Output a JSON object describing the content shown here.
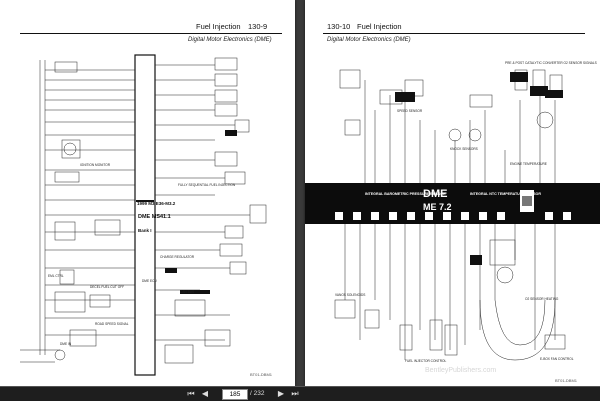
{
  "left_page": {
    "title": "Fuel Injection",
    "page_number": "130-9",
    "subtitle": "Digital Motor Electronics (DME)",
    "model_label": "1999 M3 E36-M3.2",
    "dme_label": "DME MS41.1",
    "bank_label": "Bank I",
    "footer": "BT01-DBM1",
    "labels": [
      "CAN BUS",
      "DME ECU",
      "EML CTRL",
      "IGNITION MONITOR",
      "FULLY SEQUENTIAL FUEL INJECTION",
      "CHARGE REGULATOR",
      "DECEL FUEL CUT OFF",
      "ROAD SPEED SIGNAL",
      "DME IN"
    ]
  },
  "right_page": {
    "page_number": "130-10",
    "title": "Fuel Injection",
    "subtitle": "Digital Motor Electronics (DME)",
    "dme_label": "DME",
    "dme_model": "ME 7.2",
    "bar_labels": [
      "INTEGRAL BAROMETRIC PRESSURE SENSOR",
      "INTEGRAL NTC TEMPERATURE SENSOR"
    ],
    "labels": [
      "PRE & POST CATALYTIC CONVERTER O2 SENSOR SIGNALS",
      "SPEED SENSOR",
      "KNOCK SENSORS",
      "ENGINE TEMPERATURE",
      "O2 SENSOR HEATING",
      "E-BOX FAN CONTROL",
      "FUEL INJECTOR CONTROL",
      "VANOS SOLENOIDS"
    ],
    "footer": "BT01-DBM1",
    "watermark": "BentleyPublishers.com"
  },
  "toolbar": {
    "current_page": "185",
    "total_pages": "/ 232",
    "icons": [
      "first-page-icon",
      "prev-page-icon",
      "next-page-icon",
      "last-page-icon"
    ]
  }
}
